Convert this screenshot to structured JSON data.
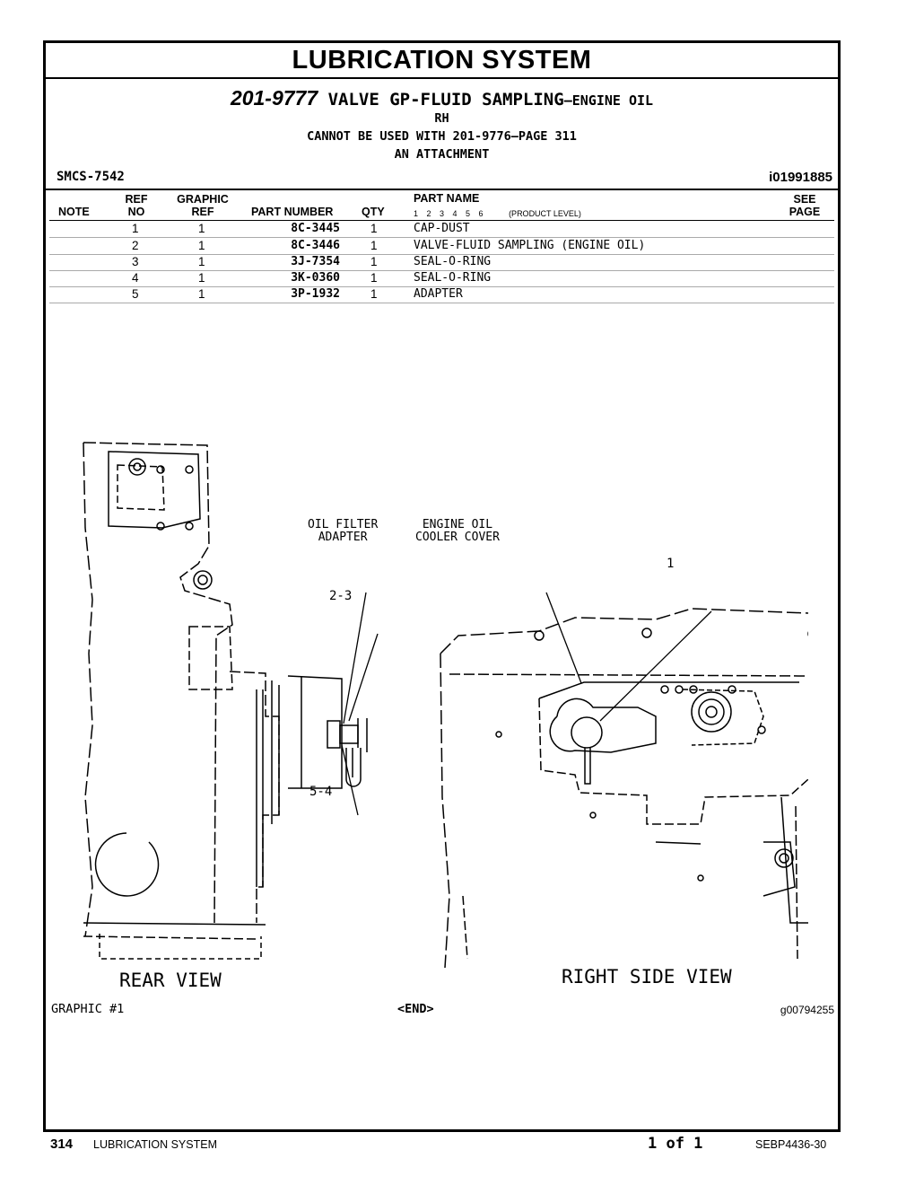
{
  "header": {
    "title": "LUBRICATION SYSTEM",
    "part_number": "201-9777",
    "group_name": "VALVE GP-FLUID SAMPLING",
    "group_suffix": "—ENGINE OIL",
    "side": "RH",
    "note": "CANNOT BE USED WITH 201-9776—PAGE 311",
    "attachment": "AN ATTACHMENT",
    "smcs": "SMCS-7542",
    "illustration_id": "i01991885"
  },
  "table": {
    "headers": {
      "note": "NOTE",
      "ref_top": "REF",
      "ref_bottom": "NO",
      "graphic_top": "GRAPHIC",
      "graphic_bottom": "REF",
      "part_number": "PART NUMBER",
      "qty": "QTY",
      "part_name": "PART NAME",
      "levels": "1 2 3 4 5 6",
      "product_level": "(PRODUCT LEVEL)",
      "see_top": "SEE",
      "see_bottom": "PAGE"
    },
    "rows": [
      {
        "ref": "1",
        "graphic": "1",
        "part_number": "8C-3445",
        "qty": "1",
        "name": "CAP-DUST"
      },
      {
        "ref": "2",
        "graphic": "1",
        "part_number": "8C-3446",
        "qty": "1",
        "name": "VALVE-FLUID SAMPLING (ENGINE OIL)"
      },
      {
        "ref": "3",
        "graphic": "1",
        "part_number": "3J-7354",
        "qty": "1",
        "name": "SEAL-O-RING"
      },
      {
        "ref": "4",
        "graphic": "1",
        "part_number": "3K-0360",
        "qty": "1",
        "name": "SEAL-O-RING"
      },
      {
        "ref": "5",
        "graphic": "1",
        "part_number": "3P-1932",
        "qty": "1",
        "name": "ADAPTER"
      }
    ]
  },
  "drawing": {
    "label_oil_filter_1": "OIL FILTER",
    "label_oil_filter_2": "ADAPTER",
    "label_cooler_1": "ENGINE OIL",
    "label_cooler_2": "COOLER COVER",
    "callout_23": "2-3",
    "callout_54": "5-4",
    "callout_1": "1",
    "rear_view": "REAR VIEW",
    "right_view": "RIGHT SIDE VIEW"
  },
  "graphic_label": "GRAPHIC #1",
  "end_label": "<END>",
  "graphic_id": "g00794255",
  "footer": {
    "page": "314",
    "section": "LUBRICATION SYSTEM",
    "page_of": "1 of 1",
    "doc": "SEBP4436-30"
  }
}
